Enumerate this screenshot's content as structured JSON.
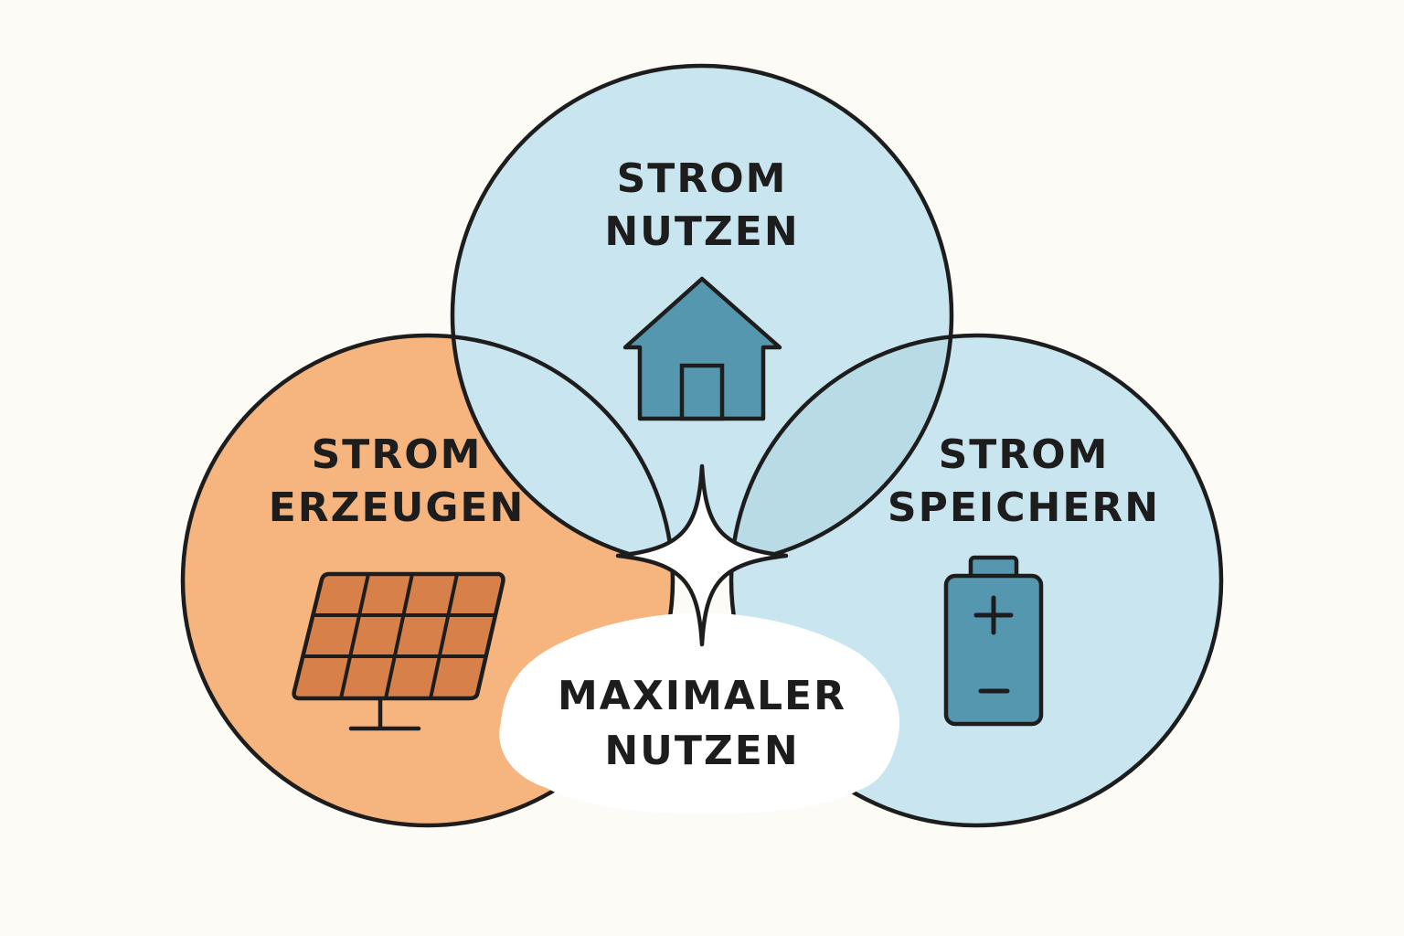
{
  "colors": {
    "background": "#fcfbf6",
    "generate_circle": "#f6b47f",
    "use_circle": "#c9e5ef",
    "store_circle": "#c9e5ef",
    "overlap_blue": "#b9dbe6",
    "icon_blue": "#5597ae",
    "icon_orange": "#d8804a",
    "outline": "#1d1d1d",
    "center_cloud": "#ffffff"
  },
  "circles": {
    "use": {
      "line1": "STROM",
      "line2": "NUTZEN",
      "icon": "house-icon"
    },
    "generate": {
      "line1": "STROM",
      "line2": "ERZEUGEN",
      "icon": "solar-panel-icon"
    },
    "store": {
      "line1": "STROM",
      "line2": "SPEICHERN",
      "icon": "battery-icon"
    }
  },
  "center": {
    "line1": "MAXIMALER",
    "line2": "NUTZEN",
    "icon": "sparkle-icon"
  }
}
